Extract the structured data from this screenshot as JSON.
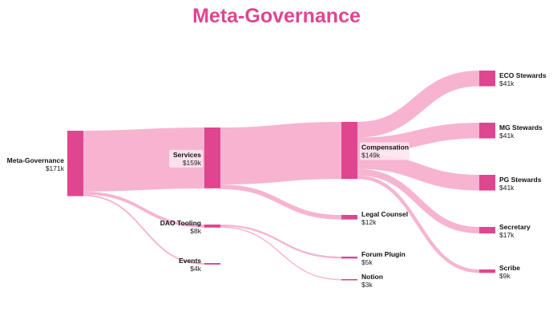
{
  "title": "Meta-Governance",
  "colors": {
    "node": "#e0458f",
    "link": "#f4a7c9",
    "title": "#e0458f",
    "label_bg": "#fde6f0"
  },
  "chart_data": {
    "type": "sankey",
    "title": "Meta-Governance",
    "nodes": [
      {
        "id": "meta",
        "name": "Meta-Governance",
        "value_label": "$171k",
        "value": 171
      },
      {
        "id": "services",
        "name": "Services",
        "value_label": "$159k",
        "value": 159
      },
      {
        "id": "dao",
        "name": "DAO Tooling",
        "value_label": "$8k",
        "value": 8
      },
      {
        "id": "events",
        "name": "Events",
        "value_label": "$4k",
        "value": 4
      },
      {
        "id": "comp",
        "name": "Compensation",
        "value_label": "$149k",
        "value": 149
      },
      {
        "id": "legal",
        "name": "Legal Counsel",
        "value_label": "$12k",
        "value": 12
      },
      {
        "id": "forum",
        "name": "Forum Plugin",
        "value_label": "$5k",
        "value": 5
      },
      {
        "id": "notion",
        "name": "Notion",
        "value_label": "$3k",
        "value": 3
      },
      {
        "id": "eco",
        "name": "ECO Stewards",
        "value_label": "$41k",
        "value": 41
      },
      {
        "id": "mg",
        "name": "MG Stewards",
        "value_label": "$41k",
        "value": 41
      },
      {
        "id": "pg",
        "name": "PG Stewards",
        "value_label": "$41k",
        "value": 41
      },
      {
        "id": "sec",
        "name": "Secretary",
        "value_label": "$17k",
        "value": 17
      },
      {
        "id": "scribe",
        "name": "Scribe",
        "value_label": "$9k",
        "value": 9
      }
    ],
    "links": [
      {
        "source": "meta",
        "target": "services",
        "value": 159
      },
      {
        "source": "meta",
        "target": "dao",
        "value": 8
      },
      {
        "source": "meta",
        "target": "events",
        "value": 4
      },
      {
        "source": "services",
        "target": "comp",
        "value": 149
      },
      {
        "source": "services",
        "target": "legal",
        "value": 12
      },
      {
        "source": "dao",
        "target": "forum",
        "value": 5
      },
      {
        "source": "dao",
        "target": "notion",
        "value": 3
      },
      {
        "source": "comp",
        "target": "eco",
        "value": 41
      },
      {
        "source": "comp",
        "target": "mg",
        "value": 41
      },
      {
        "source": "comp",
        "target": "pg",
        "value": 41
      },
      {
        "source": "comp",
        "target": "sec",
        "value": 17
      },
      {
        "source": "comp",
        "target": "scribe",
        "value": 9
      }
    ]
  }
}
